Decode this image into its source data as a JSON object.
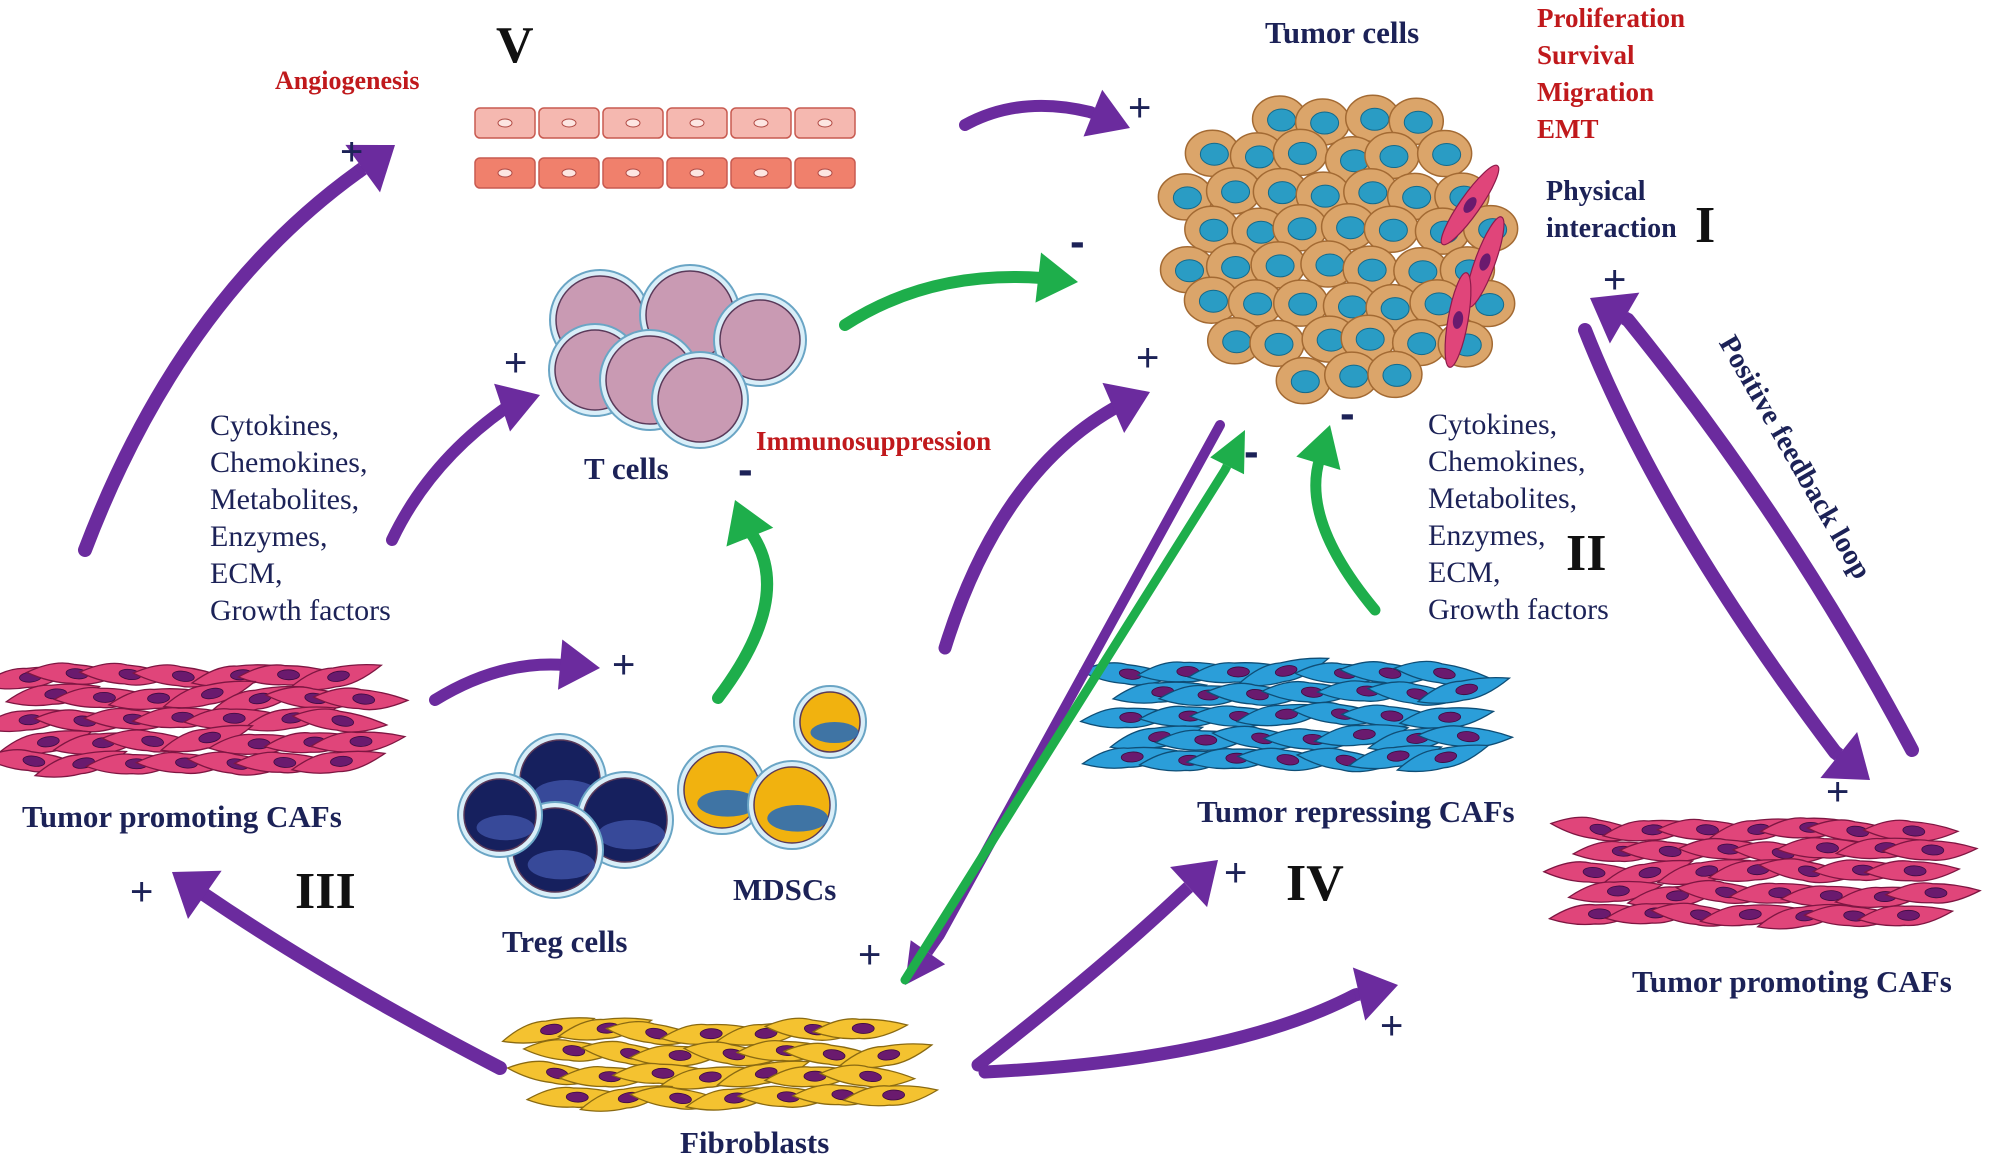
{
  "colors": {
    "arrow_promote": "#6b2b9e",
    "arrow_inhibit": "#1eae4b",
    "label_navy": "#1c2257",
    "label_red": "#c0191c",
    "tumor_nucleus": "#2a9cc4",
    "tumor_cytoplasm": "#dba56a",
    "caf_promoting": "#e0457a",
    "caf_repressing": "#2b9ed9",
    "fibroblast": "#f4c230",
    "cell_nucleus": "#6a1a6e",
    "tcell": "#c99ab3",
    "treg": "#16205e",
    "mdsc": "#f1b20f"
  },
  "labels": {
    "tumor_cells": "Tumor cells",
    "angiogenesis": "Angiogenesis",
    "t_cells": "T cells",
    "immunosuppression": "Immunosuppression",
    "treg_cells": "Treg cells",
    "mdscs": "MDSCs",
    "tumor_promoting_cafs_left": "Tumor promoting CAFs",
    "tumor_repressing_cafs": "Tumor repressing CAFs",
    "tumor_promoting_cafs_right": "Tumor promoting CAFs",
    "fibroblasts": "Fibroblasts",
    "physical_interaction_line1": "Physical",
    "physical_interaction_line2": "interaction",
    "positive_feedback_loop": "Positive feedback loop"
  },
  "tumor_effects": [
    "Proliferation",
    "Survival",
    "Migration",
    "EMT"
  ],
  "factors_left": [
    "Cytokines,",
    "Chemokines,",
    "Metabolites,",
    "Enzymes,",
    "ECM,",
    "Growth factors"
  ],
  "factors_right": [
    "Cytokines,",
    "Chemokines,",
    "Metabolites,",
    "Enzymes,",
    "ECM,",
    "Growth factors"
  ],
  "roman": {
    "i": "I",
    "ii": "II",
    "iii": "III",
    "iv": "IV",
    "v": "V"
  },
  "signs": {
    "plus": "+",
    "minus": "-"
  },
  "icons": {
    "tumor_cluster": "tumor-cell-cluster-icon",
    "endothelium": "endothelial-cells-icon",
    "t_cells": "t-cells-icon",
    "treg_cells": "treg-cells-icon",
    "mdscs": "mdsc-cells-icon",
    "caf_promoting": "tumor-promoting-caf-icon",
    "caf_repressing": "tumor-repressing-caf-icon",
    "fibroblasts": "fibroblast-icon"
  }
}
